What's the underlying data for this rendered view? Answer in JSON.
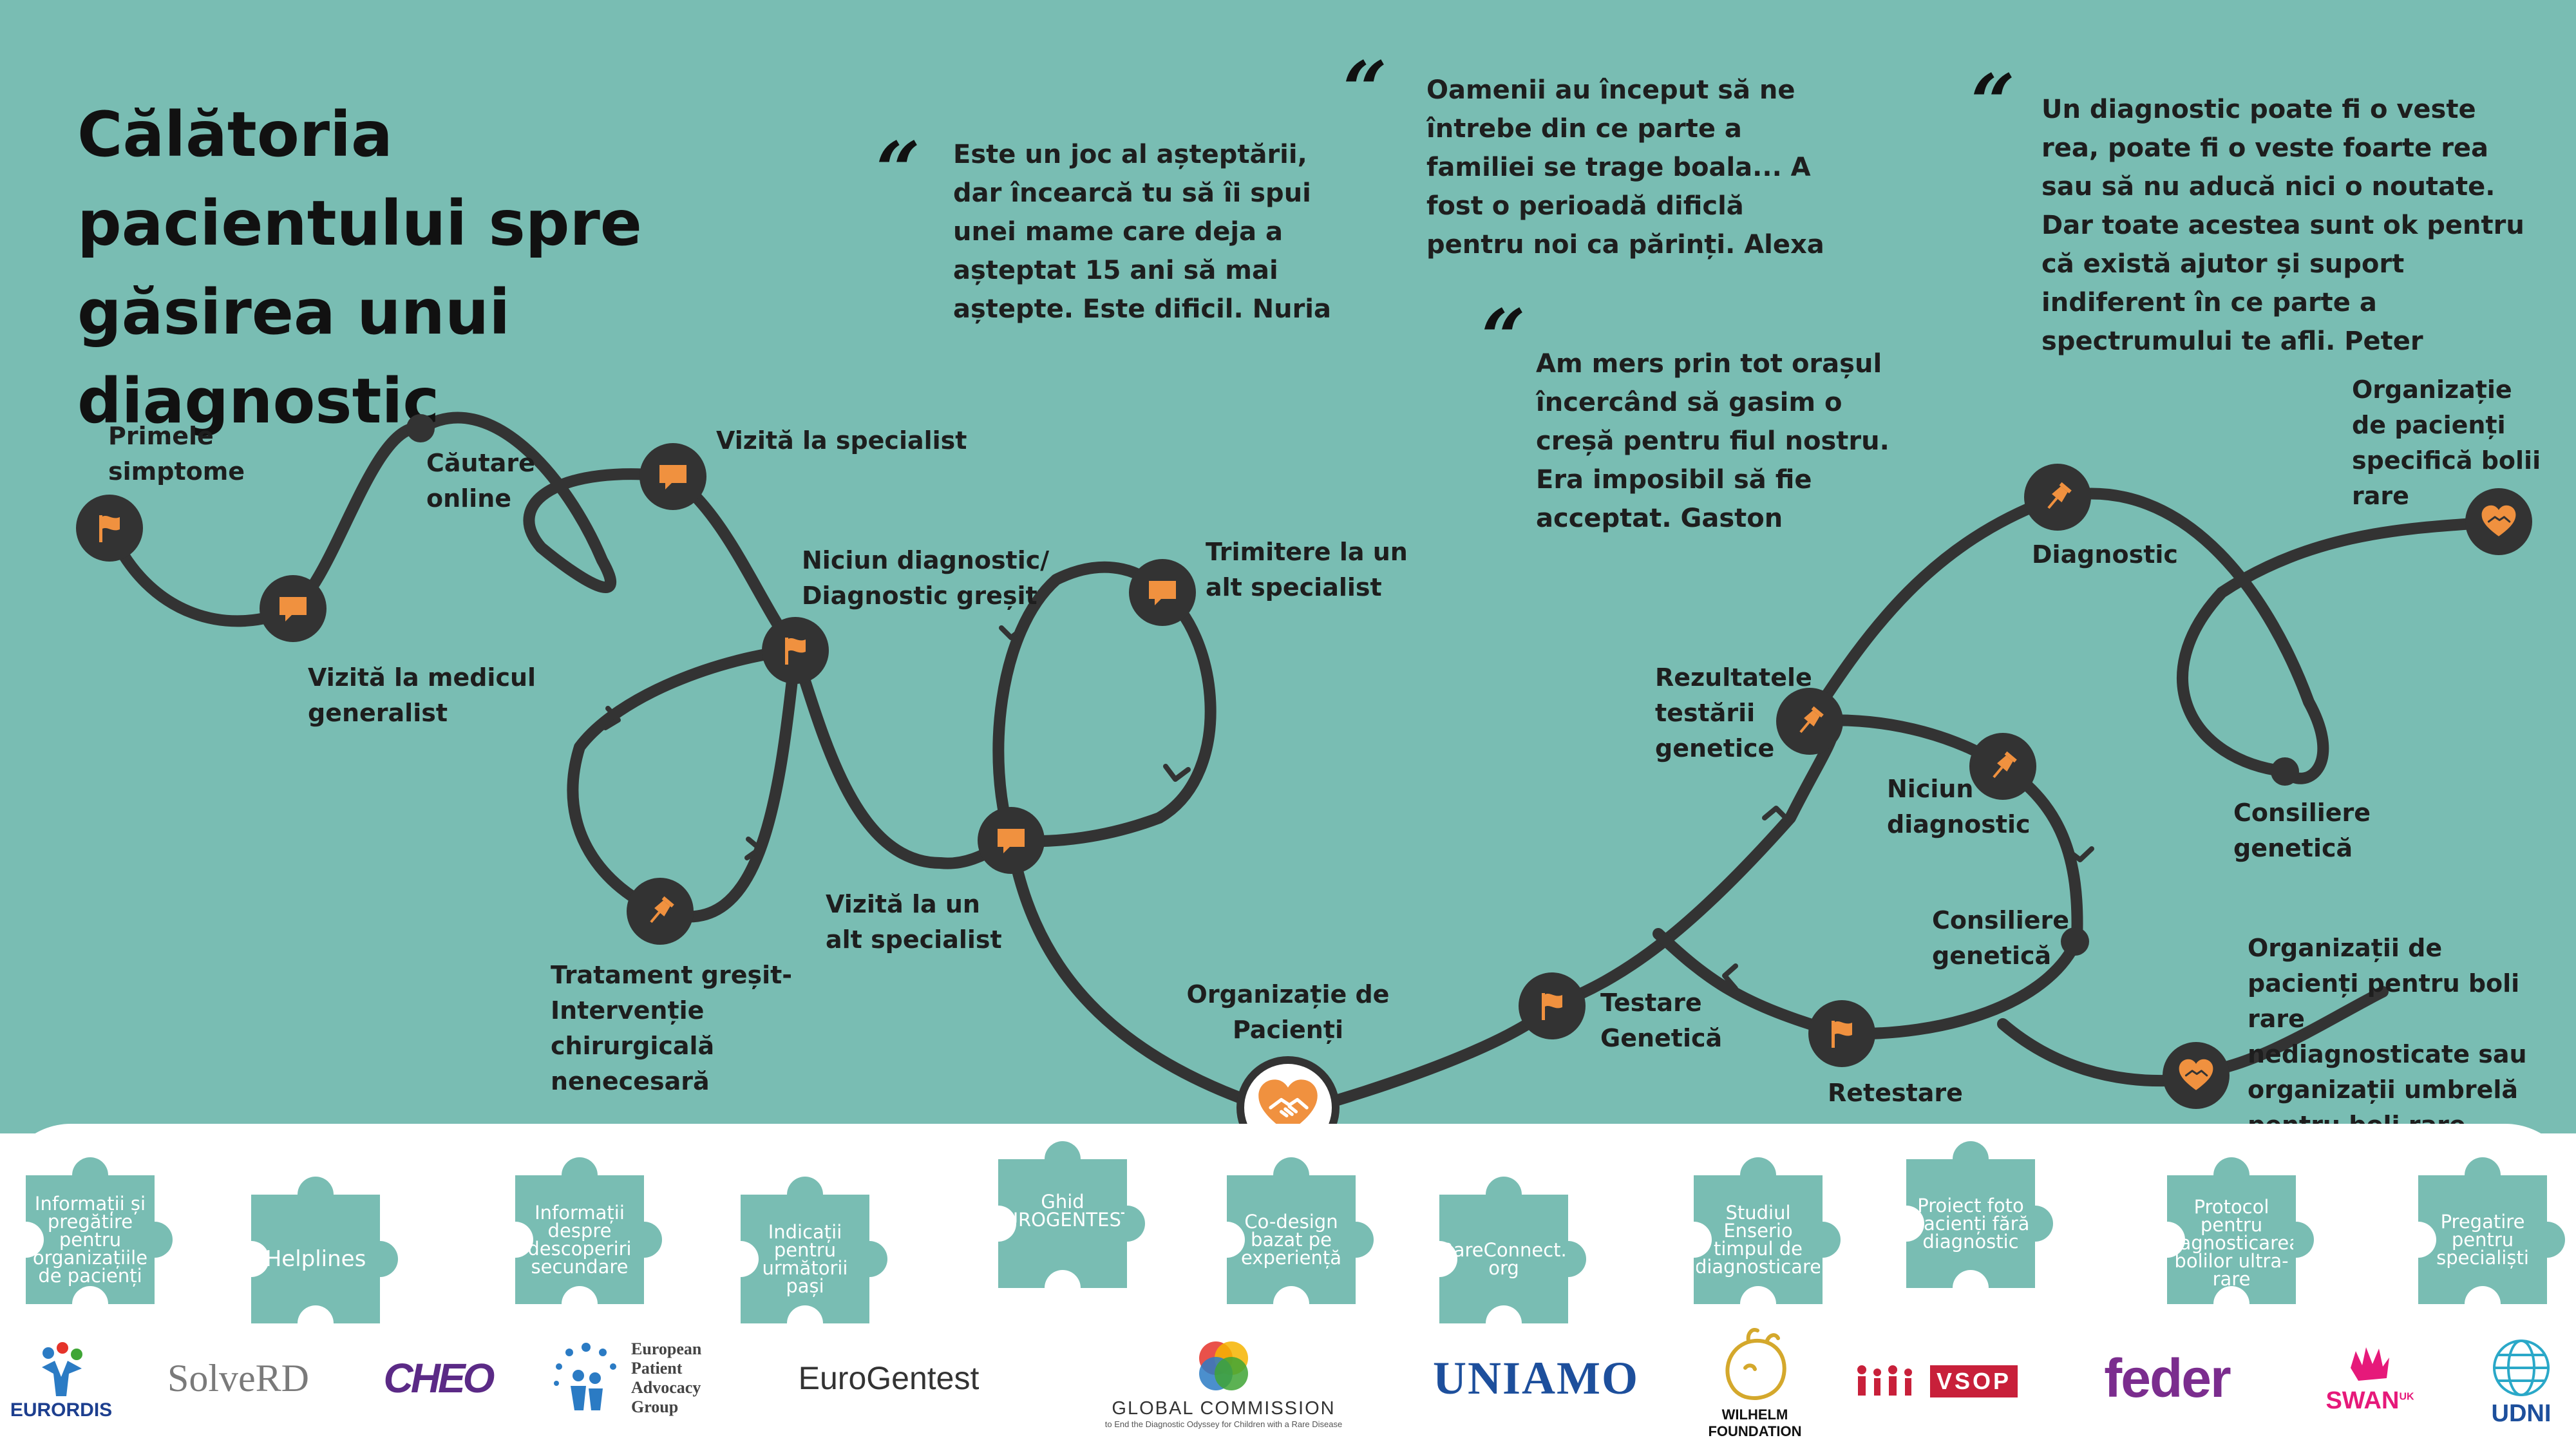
{
  "title": "Călătoria pacientului spre găsirea unui diagnostic",
  "quotes": [
    "Este un joc al așteptării, dar încearcă tu să îi spui unei mame care deja a așteptat 15 ani să mai aștepte. Este dificil. Nuria",
    "Oamenii au început să ne întrebe din ce parte a familiei se trage boala... A fost o perioadă dificlă pentru noi ca părinți. Alexa",
    "Un diagnostic poate fi o veste rea, poate fi o veste foarte rea sau să nu aducă nici o noutate. Dar toate acestea sunt ok pentru că există ajutor și suport indiferent în ce parte a spectrumului te afli. Peter",
    "Am mers prin tot orașul încercând să gasim o creșă pentru fiul nostru. Era imposibil să fie acceptat. Gaston"
  ],
  "quote_mark": "“",
  "steps": {
    "primele_simptome": "Primele simptome",
    "vizita_medic": "Vizită la medicul generalist",
    "cautare_online": "Căutare online",
    "vizita_specialist": "Vizită la specialist",
    "niciun_diagnostic_gresit": "Niciun diagnostic/ Diagnostic greșit",
    "tratament_gresit": "Tratament greșit- Intervenție chirurgicală nenecesară",
    "vizita_alt_specialist": "Vizită la un alt specialist",
    "trimitere": "Trimitere la un alt specialist",
    "organizatie_pacienti": "Organizație de Pacienți",
    "testare_genetica": "Testare Genetică",
    "rezultatele": "Rezultatele testării genetice",
    "niciun_diagnostic": "Niciun diagnostic",
    "consiliere_1": "Consiliere genetică",
    "retestare": "Retestare",
    "diagnostic": "Diagnostic",
    "consiliere_2": "Consiliere genetică",
    "organizatie_specifica": "Organizație de pacienți specifică bolii rare",
    "organizatii_nediagnosticate": "Organizații de pacienți pentru boli rare nediagnosticate sau organizații umbrelă pentru boli rare"
  },
  "puzzle_pieces": [
    "Informații și pregătire pentru organizațiile de pacienți",
    "Helplines",
    "Informații despre descoperiri secundare",
    "Indicații pentru următorii pași",
    "Ghid EUROGENTEST",
    "Co-design bazat pe experiență",
    "RareConnect. org",
    "Studiul Enserio timpul de diagnosticare",
    "Proiect foto pacienți fără diagnostic",
    "Protocol pentru diagnosticarea bolilor ultra-rare",
    "Pregatire pentru specialiști"
  ],
  "logos": {
    "eurordis": "EURORDIS",
    "solverd": "SolveRD",
    "cheo": "CHEO",
    "epag": "European Patient Advocacy Group",
    "eurogentest": "EuroGentest",
    "global_commission": "GLOBAL COMMISSION",
    "global_commission_sub": "to End the Diagnostic Odyssey for Children with a Rare Disease",
    "uniamo": "UNIAMO",
    "wilhelm": "WILHELM FOUNDATION",
    "vsop": "VSOP",
    "feder": "feder",
    "swan": "SWAN",
    "swan_suffix": "UK",
    "udni": "UDNI"
  },
  "colors": {
    "background_teal": "#79BDB3",
    "path": "#333333",
    "icon_orange": "#F0913F",
    "piece": "#79BDB3",
    "text": "#1e1e1e"
  },
  "icons": {
    "flag": "flag-icon",
    "chat": "chat-bubble-icon",
    "pin": "pushpin-icon",
    "heart": "heart-handshake-icon"
  }
}
